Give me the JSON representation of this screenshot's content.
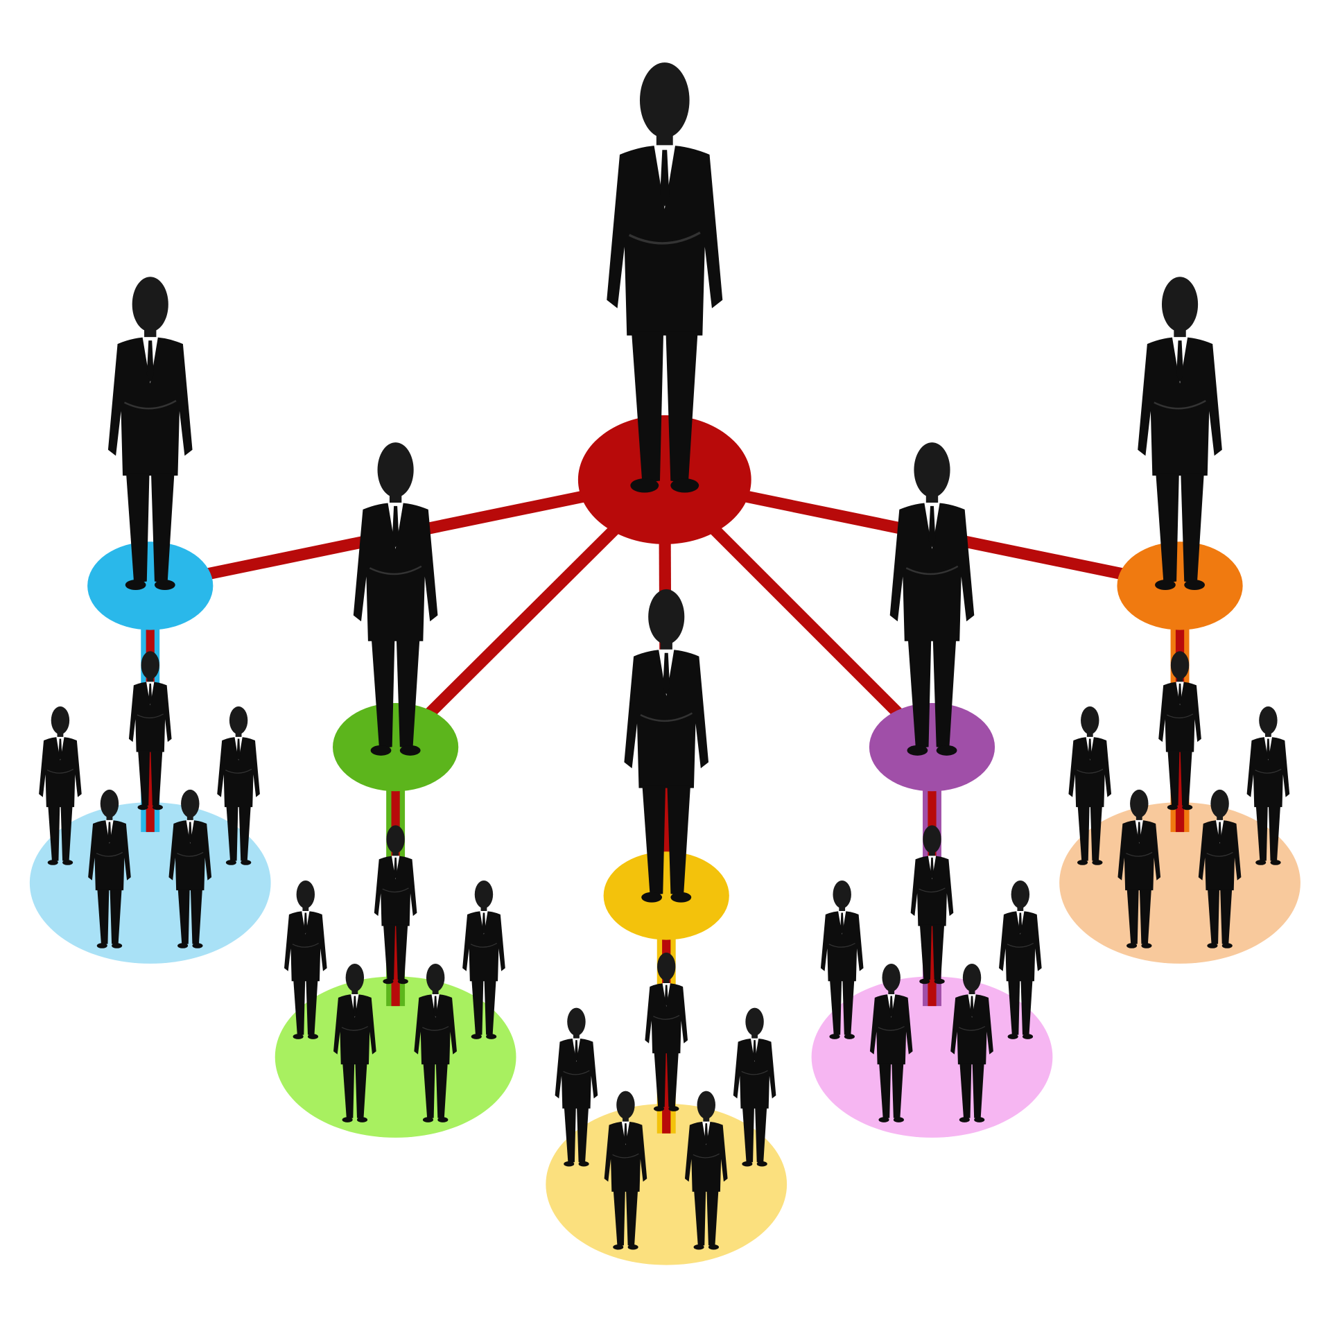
{
  "diagram": {
    "type": "hierarchy-network",
    "background": "#ffffff",
    "link_color": "#b80a0a",
    "figure_color": "#0d0d0d",
    "root": {
      "color": "#b80a0a",
      "figures": 1
    },
    "branches": [
      {
        "name": "blue",
        "node_color": "#2ab8ea",
        "group_color": "#a9e1f6",
        "group_figures": 5
      },
      {
        "name": "green",
        "node_color": "#5cb51c",
        "group_color": "#a8f060",
        "group_figures": 5
      },
      {
        "name": "yellow",
        "node_color": "#f3c20c",
        "group_color": "#fbe07e",
        "group_figures": 5
      },
      {
        "name": "purple",
        "node_color": "#a04fa8",
        "group_color": "#f6b6f2",
        "group_figures": 5
      },
      {
        "name": "orange",
        "node_color": "#f07a10",
        "group_color": "#f8c99c",
        "group_figures": 5
      }
    ]
  }
}
